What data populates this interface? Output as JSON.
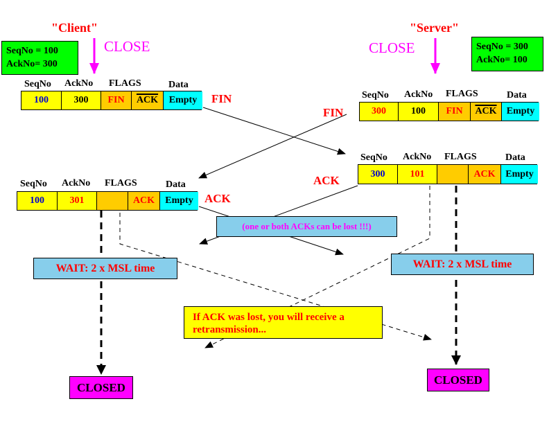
{
  "client": {
    "title": "\"Client\"",
    "close": "CLOSE",
    "state": {
      "seq": "SeqNo = 100",
      "ack": "AckNo= 300"
    },
    "fin_packet": {
      "seq": "100",
      "ack": "300",
      "flag1": "FIN",
      "flag2": "ACK",
      "data": "Empty"
    },
    "ack_packet": {
      "seq": "100",
      "ack": "301",
      "flag1": "",
      "flag2": "ACK",
      "data": "Empty"
    },
    "wait": "WAIT:   2 x MSL time",
    "closed": "CLOSED"
  },
  "server": {
    "title": "\"Server\"",
    "close": "CLOSE",
    "state": {
      "seq": "SeqNo = 300",
      "ack": "AckNo= 100"
    },
    "fin_packet": {
      "seq": "300",
      "ack": "100",
      "flag1": "FIN",
      "flag2": "ACK",
      "data": "Empty"
    },
    "ack_packet": {
      "seq": "300",
      "ack": "101",
      "flag1": "",
      "flag2": "ACK",
      "data": "Empty"
    },
    "wait": "WAIT:   2 x MSL time",
    "closed": "CLOSED"
  },
  "headers": {
    "seq": "SeqNo",
    "ack": "AckNo",
    "flags": "FLAGS",
    "data": "Data"
  },
  "labels": {
    "fin": "FIN",
    "ack": "ACK"
  },
  "notes": {
    "lost": "(one or both ACKs can be lost !!!)",
    "retransmission": "If ACK was lost, you will receive a retransmission..."
  },
  "colors": {
    "magenta": "#ff00ff",
    "red": "#ff0000",
    "green": "#00ff00",
    "cyan": "#00ffff",
    "yellow": "#ffff00",
    "orange": "#ffcc00",
    "skyblue": "#87ceeb",
    "blue": "#0000cc"
  }
}
